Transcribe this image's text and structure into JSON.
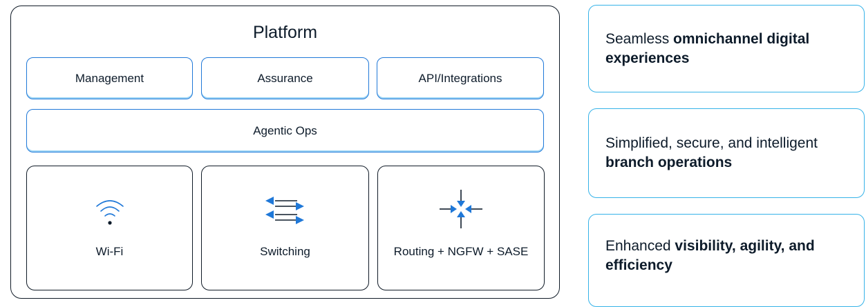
{
  "platform": {
    "title": "Platform",
    "top_modules": [
      "Management",
      "Assurance",
      "API/Integrations"
    ],
    "middle_layer": "Agentic Ops",
    "cards": [
      {
        "label": "Wi-Fi",
        "icon": "wifi-icon"
      },
      {
        "label": "Switching",
        "icon": "switching-arrows-icon"
      },
      {
        "label": "Routing + NGFW + SASE",
        "icon": "routing-arrows-icon"
      }
    ]
  },
  "outcomes": [
    {
      "plain": "Seamless ",
      "bold": "omnichannel digital experiences"
    },
    {
      "plain": "Simplified, secure, and intelligent ",
      "bold": "branch operations"
    },
    {
      "plain": "Enhanced ",
      "bold": "visibility, agility, and efficiency"
    }
  ],
  "colors": {
    "module_border": "#1f78d8",
    "outcome_border": "#34b2e8",
    "icon_blue": "#1f78d8",
    "text": "#0d1b2a"
  }
}
